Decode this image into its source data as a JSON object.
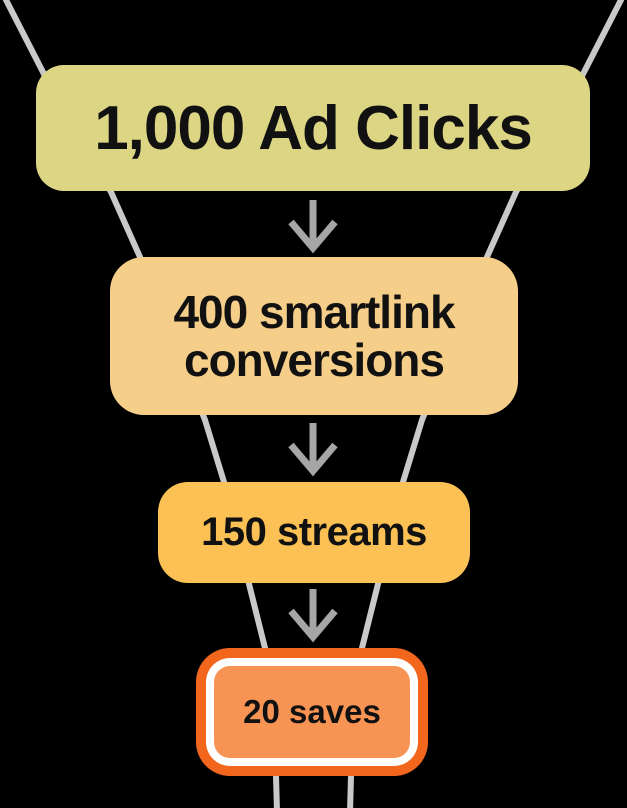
{
  "diagram": {
    "type": "funnel",
    "background_color": "#000000",
    "connector_color": "#c9c9c9",
    "arrow_color": "#a6a6a6",
    "text_color": "#111111",
    "stages": [
      {
        "label": "1,000 Ad Clicks",
        "value": 1000,
        "fill_color": "#dcd584"
      },
      {
        "label": "400 smartlink conversions",
        "value": 400,
        "fill_color": "#f5ce8a"
      },
      {
        "label": "150 streams",
        "value": 150,
        "fill_color": "#fbc155"
      },
      {
        "label": "20 saves",
        "value": 20,
        "fill_color": "#f89453",
        "outline_color": "#f2661d",
        "ring_color": "#ffffff",
        "highlighted": true
      }
    ]
  }
}
